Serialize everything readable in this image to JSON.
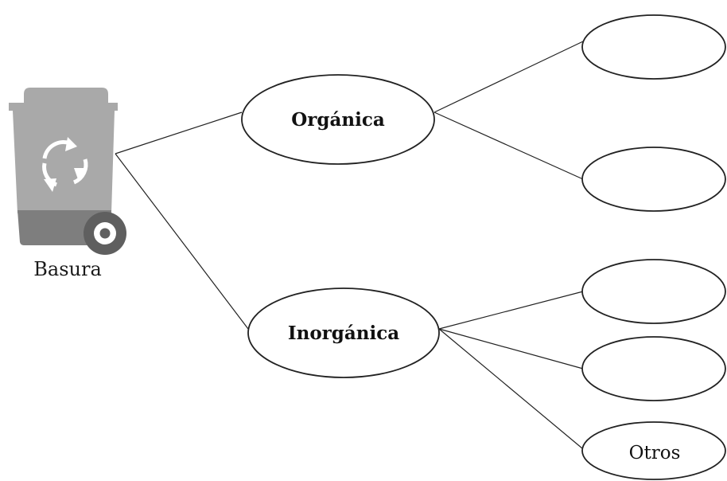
{
  "root": {
    "label": "Basura",
    "icon": "trash-bin-recycle-icon"
  },
  "categories": [
    {
      "label": "Orgánica",
      "children": [
        "",
        ""
      ]
    },
    {
      "label": "Inorgánica",
      "children": [
        "",
        "",
        "Otros"
      ]
    }
  ],
  "colors": {
    "bin_light": "#a9a9a9",
    "bin_dark": "#7e7e7e",
    "wheel": "#5f5f5f",
    "line": "#222222"
  }
}
